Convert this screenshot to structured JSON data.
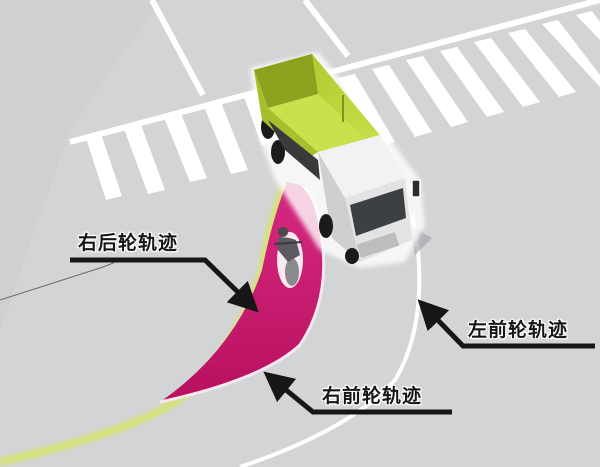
{
  "diagram": {
    "subject": "Right-turning truck wheel trajectories (inner wheel difference blind zone)",
    "labels": {
      "right_rear_wheel_track": "右后轮轨迹",
      "right_front_wheel_track": "右前轮轨迹",
      "left_front_wheel_track": "左前轮轨迹"
    },
    "colors": {
      "road": "#d3d4d6",
      "sidewalk": "#c9cacc",
      "lane_marking": "#ffffff",
      "truck_bed": "#b9d63c",
      "truck_cab": "#f2f2f2",
      "danger_zone": "#c8186e",
      "rear_track_glow": "#d8e85a",
      "arrow": "#161616"
    },
    "elements": [
      "crosswalk",
      "dump-truck",
      "motorcyclist",
      "danger-zone",
      "wheel-track-lines",
      "callout-arrows"
    ]
  }
}
